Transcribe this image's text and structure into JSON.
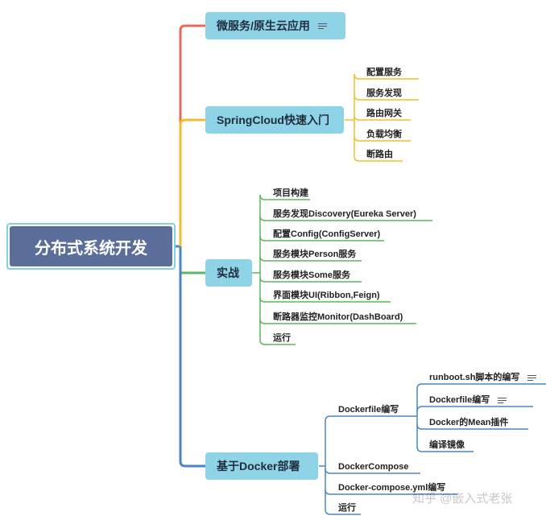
{
  "root": {
    "label": "分布式系统开发"
  },
  "branches": [
    {
      "label": "微服务/原生云应用",
      "has_note": true,
      "color": "#e56b5d",
      "children": []
    },
    {
      "label": "SpringCloud快速入门",
      "color": "#f0bd2c",
      "children": [
        {
          "label": "配置服务"
        },
        {
          "label": "服务发现"
        },
        {
          "label": "路由网关"
        },
        {
          "label": "负载均衡"
        },
        {
          "label": "断路由"
        }
      ]
    },
    {
      "label": "实战",
      "color": "#5cb85c",
      "children": [
        {
          "label": "项目构建"
        },
        {
          "label": "服务发现Discovery(Eureka Server)"
        },
        {
          "label": "配置Config(ConfigServer)"
        },
        {
          "label": "服务模块Person服务"
        },
        {
          "label": "服务模块Some服务"
        },
        {
          "label": "界面模块UI(Ribbon,Feign)"
        },
        {
          "label": "断路器监控Monitor(DashBoard)"
        },
        {
          "label": "运行"
        }
      ]
    },
    {
      "label": "基于Docker部署",
      "color": "#4a86c5",
      "children": [
        {
          "label": "Dockerfile编写",
          "children": [
            {
              "label": "runboot.sh脚本的编写",
              "has_note": true
            },
            {
              "label": "Dockerfile编写",
              "has_note": true
            },
            {
              "label": "Docker的Mean插件"
            },
            {
              "label": "编译镜像"
            }
          ]
        },
        {
          "label": "DockerCompose"
        },
        {
          "label": "Docker-compose.yml编写"
        },
        {
          "label": "运行"
        }
      ]
    }
  ],
  "watermark": "知乎 @嵌入式老张"
}
